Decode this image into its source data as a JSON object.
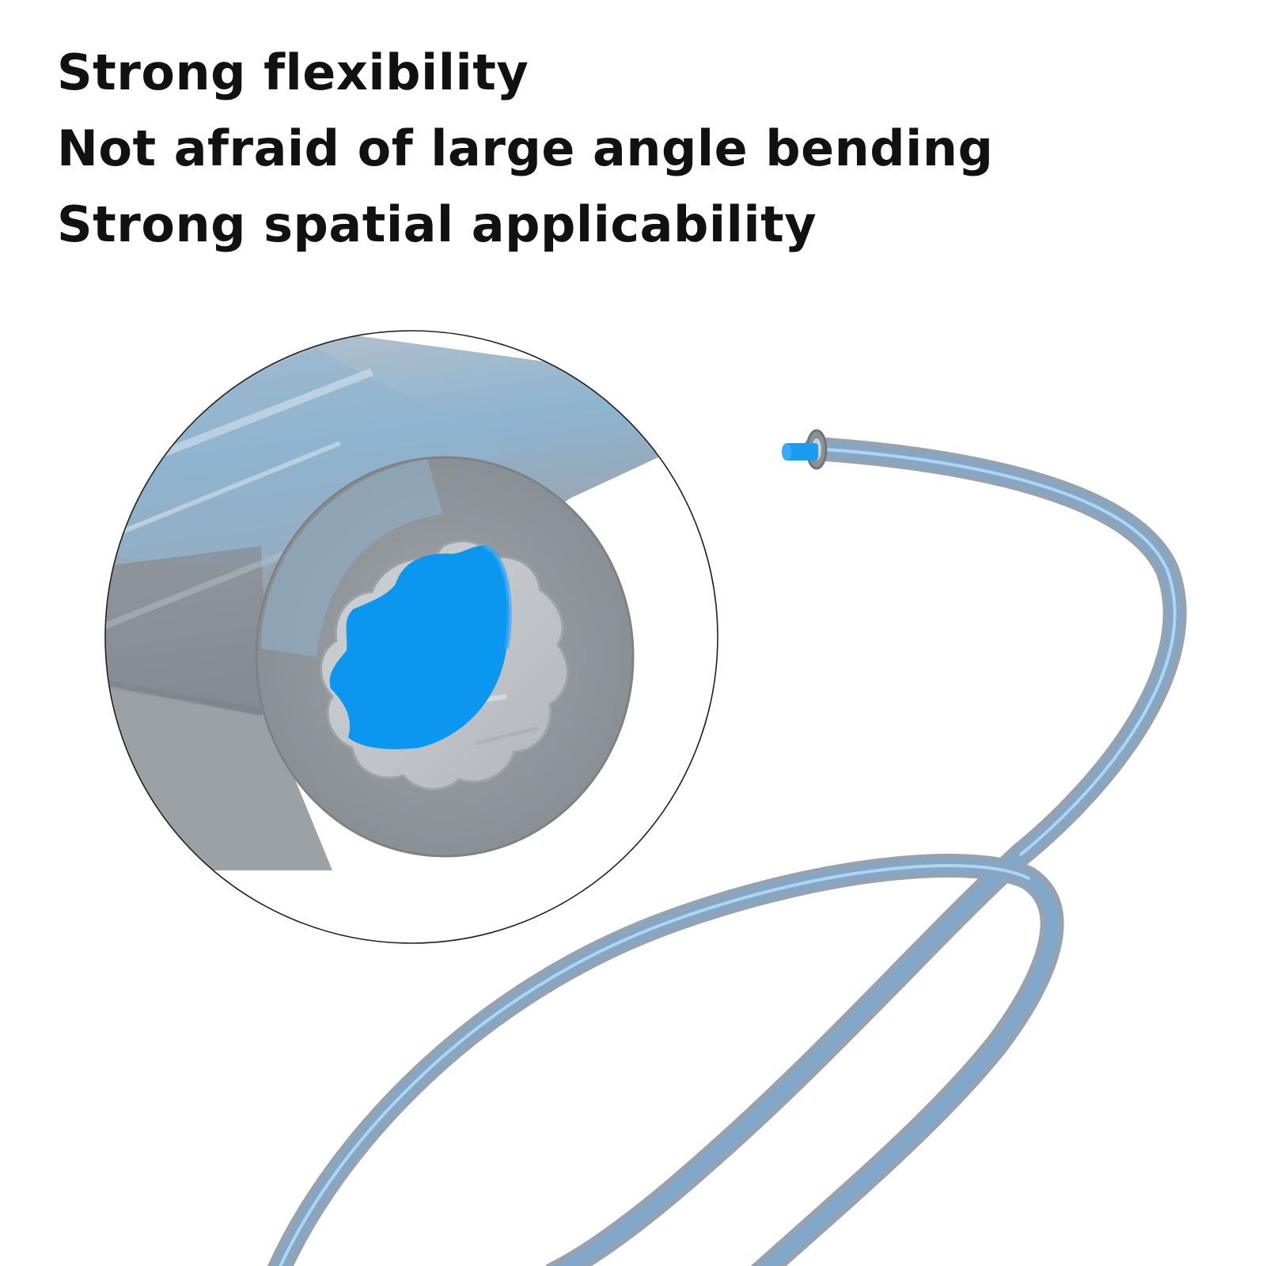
{
  "headlines": [
    "Strong flexibility",
    "Not afraid of large angle bending",
    "Strong spatial applicability"
  ],
  "colors": {
    "text": "#111111",
    "tube_gray": "#8d9297",
    "tube_blue_tint": "#8fb4d0",
    "core_blue": "#0b96f0",
    "background": "#ffffff"
  },
  "illustration": {
    "magnified_view": "tube cross-section with fluted inner bore",
    "coiled_tube": "blue-tinted flexible tube with exposed blue core"
  }
}
